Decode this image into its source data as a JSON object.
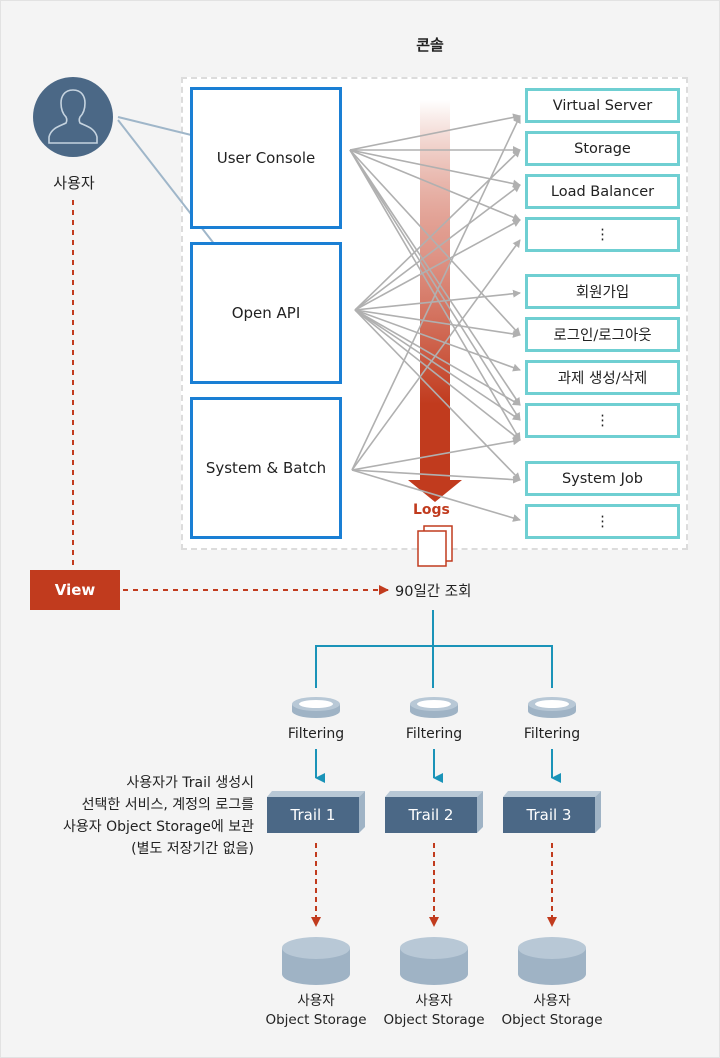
{
  "console": {
    "title": "콘솔"
  },
  "user": {
    "label": "사용자",
    "icon": "user-avatar-icon"
  },
  "sources": [
    {
      "id": "user-console",
      "label": "User Console"
    },
    {
      "id": "open-api",
      "label": "Open API"
    },
    {
      "id": "system-batch",
      "label": "System & Batch"
    }
  ],
  "services": [
    {
      "label": "Virtual Server"
    },
    {
      "label": "Storage"
    },
    {
      "label": "Load Balancer"
    },
    {
      "label": "⋮"
    },
    {
      "label": "회원가입"
    },
    {
      "label": "로그인/로그아웃"
    },
    {
      "label": "과제 생성/삭제"
    },
    {
      "label": "⋮"
    },
    {
      "label": "System Job"
    },
    {
      "label": "⋮"
    }
  ],
  "logs": {
    "label": "Logs",
    "icon": "document-stack-icon"
  },
  "view": {
    "label": "View"
  },
  "query": {
    "label": "90일간 조회"
  },
  "trails": [
    {
      "filter_label": "Filtering",
      "label": "Trail 1",
      "storage_line1": "사용자",
      "storage_line2": "Object Storage"
    },
    {
      "filter_label": "Filtering",
      "label": "Trail 2",
      "storage_line1": "사용자",
      "storage_line2": "Object Storage"
    },
    {
      "filter_label": "Filtering",
      "label": "Trail 3",
      "storage_line1": "사용자",
      "storage_line2": "Object Storage"
    }
  ],
  "note": {
    "lines": [
      "사용자가 Trail 생성시",
      "선택한 서비스, 계정의 로그를",
      "사용자 Object Storage에 보관",
      "(별도 저장기간 없음)"
    ]
  },
  "colors": {
    "source_border": "#1a7fd4",
    "service_border": "#6fcfd2",
    "accent_red": "#c13b1e",
    "trail_fill": "#4b6886",
    "connector_gray": "#b0b0b0",
    "branch_teal": "#1a93b8"
  }
}
